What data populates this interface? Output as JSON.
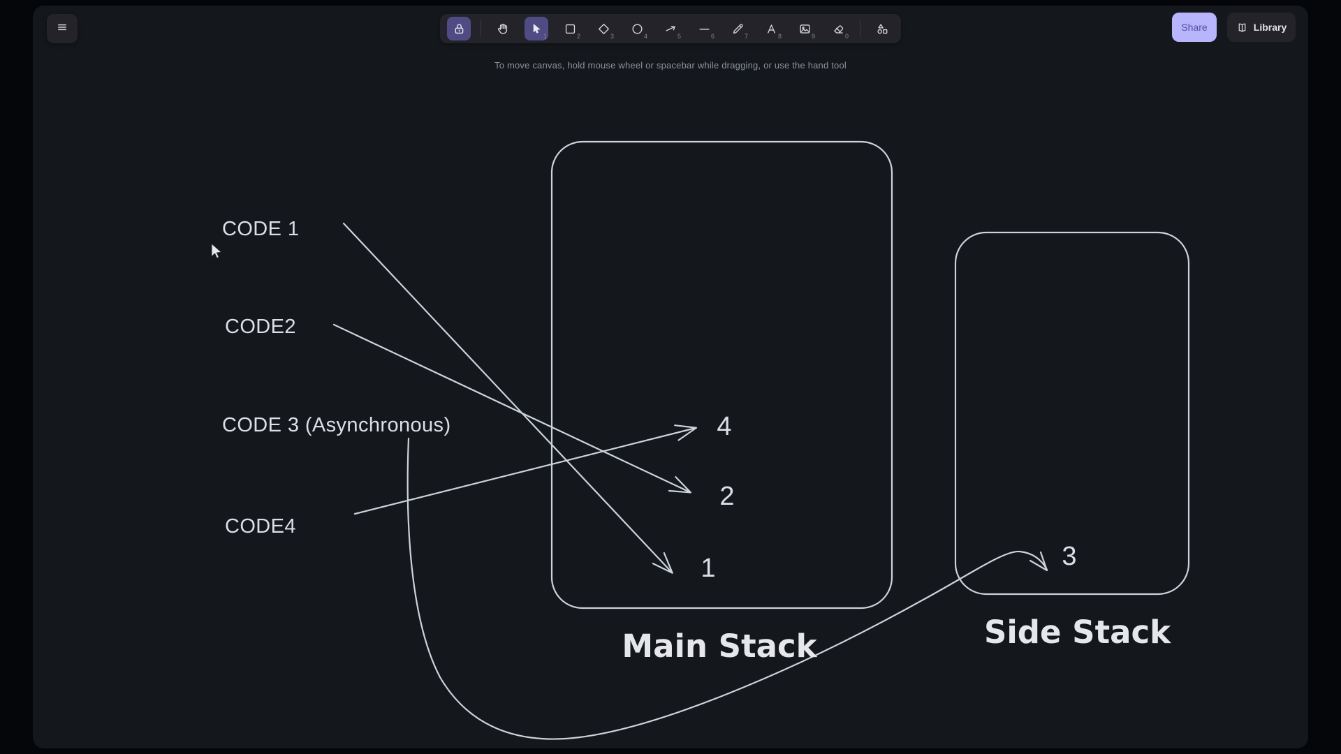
{
  "app": {
    "canvas_hint": "To move canvas, hold mouse wheel or spacebar while dragging, or use the hand tool",
    "share_label": "Share",
    "library_label": "Library",
    "colors": {
      "canvas_bg": "#14171c",
      "island_bg": "#232329",
      "active_tool_bg": "#504c83",
      "share_bg": "#b9b5fc",
      "share_text": "#514d9e",
      "sketch_stroke": "#ced3da"
    }
  },
  "toolbar": {
    "tools": [
      {
        "id": "lock",
        "icon": "lock-icon",
        "shortcut": "",
        "active": true
      },
      {
        "divider": true
      },
      {
        "id": "hand",
        "icon": "hand-icon",
        "shortcut": "",
        "active": false
      },
      {
        "id": "selection",
        "icon": "cursor-icon",
        "shortcut": "1",
        "active": true
      },
      {
        "id": "rectangle",
        "icon": "rectangle-icon",
        "shortcut": "2",
        "active": false
      },
      {
        "id": "diamond",
        "icon": "diamond-icon",
        "shortcut": "3",
        "active": false
      },
      {
        "id": "ellipse",
        "icon": "ellipse-icon",
        "shortcut": "4",
        "active": false
      },
      {
        "id": "arrow",
        "icon": "arrow-icon",
        "shortcut": "5",
        "active": false
      },
      {
        "id": "line",
        "icon": "line-icon",
        "shortcut": "6",
        "active": false
      },
      {
        "id": "draw",
        "icon": "pencil-icon",
        "shortcut": "7",
        "active": false
      },
      {
        "id": "text",
        "icon": "text-icon",
        "shortcut": "8",
        "active": false
      },
      {
        "id": "image",
        "icon": "image-icon",
        "shortcut": "9",
        "active": false
      },
      {
        "id": "eraser",
        "icon": "eraser-icon",
        "shortcut": "0",
        "active": false
      },
      {
        "divider": true
      },
      {
        "id": "shapes",
        "icon": "shapes-icon",
        "shortcut": "",
        "active": false
      }
    ]
  },
  "diagram": {
    "code_labels": [
      "CODE 1",
      "CODE2",
      "CODE 3 (Asynchronous)",
      "CODE4"
    ],
    "main_stack": {
      "label": "Main Stack",
      "numbers": [
        "4",
        "2",
        "1"
      ]
    },
    "side_stack": {
      "label": "Side Stack",
      "numbers": [
        "3"
      ]
    }
  }
}
